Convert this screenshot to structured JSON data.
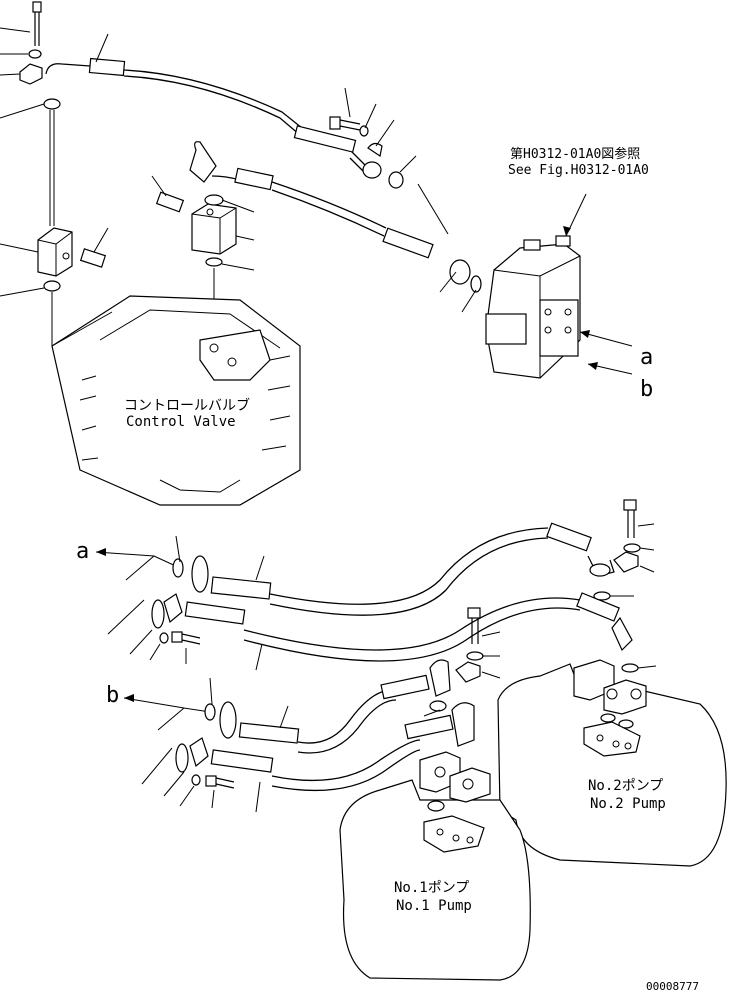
{
  "reference": {
    "jp": "第H0312-01A0図参照",
    "en": "See Fig.H0312-01A0"
  },
  "control_valve": {
    "jp": "コントロールバルブ",
    "en": "Control Valve"
  },
  "pump1": {
    "jp": "No.1ポンプ",
    "en": "No.1 Pump"
  },
  "pump2": {
    "jp": "No.2ポンプ",
    "en": "No.2 Pump"
  },
  "connectors": {
    "a": "a",
    "b": "b"
  },
  "drawing_number": "00008777"
}
